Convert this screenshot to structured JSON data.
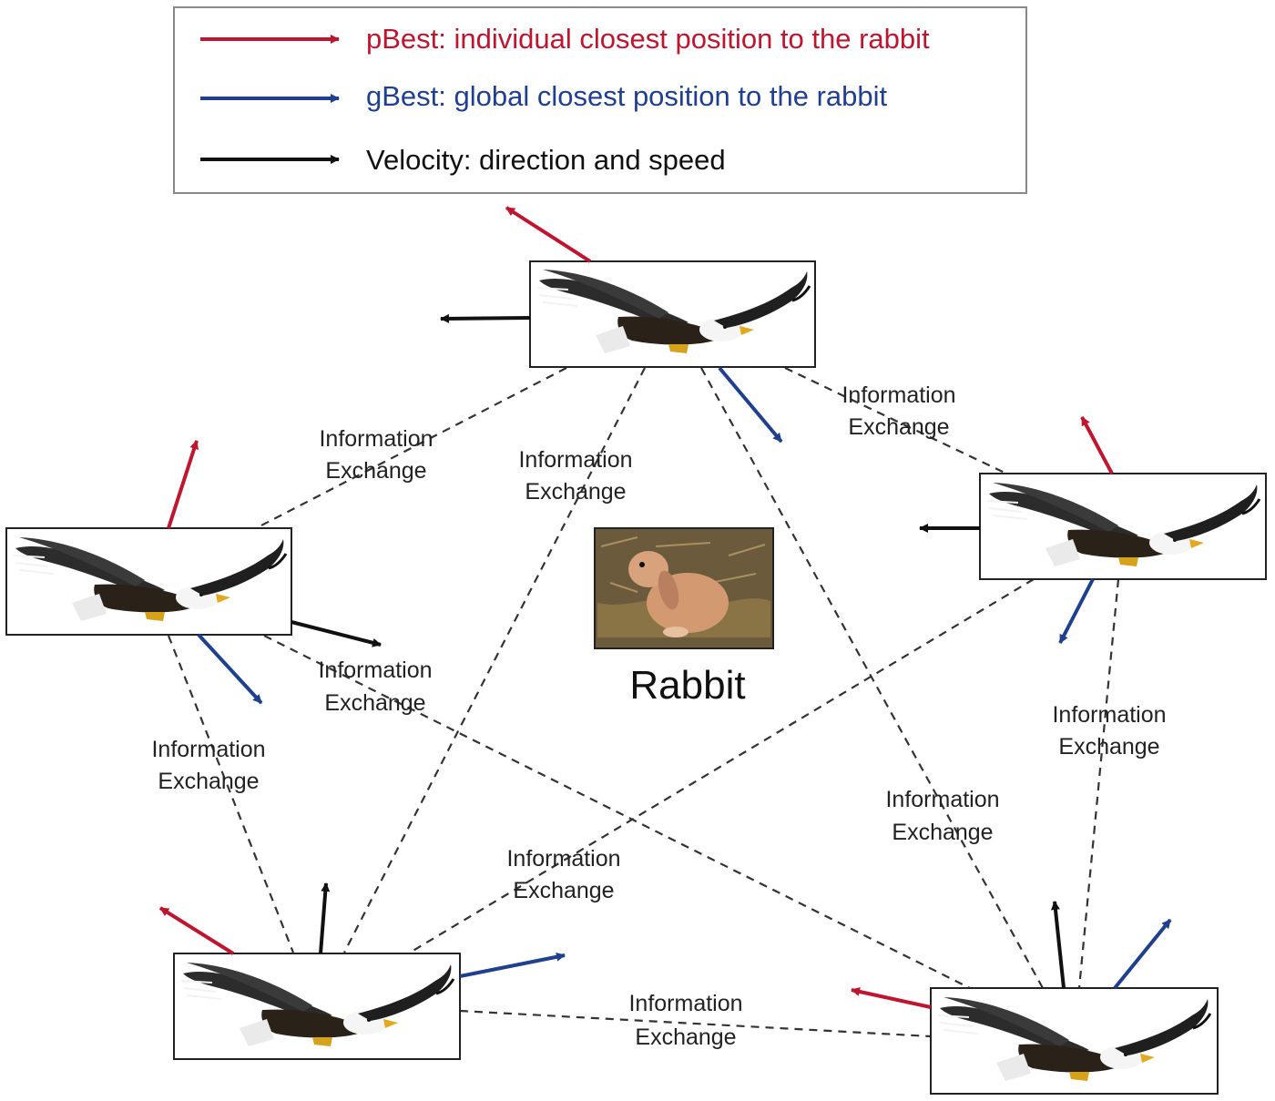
{
  "legend": {
    "pbest": "pBest: individual closest position to the rabbit",
    "gbest": "gBest: global closest position to the rabbit",
    "velocity": "Velocity: direction and speed"
  },
  "target": {
    "label": "Rabbit"
  },
  "edge_label": {
    "line1": "Information",
    "line2": "Exchange"
  },
  "colors": {
    "pbest": "#c0152f",
    "gbest": "#1f3f8f",
    "velocity": "#111111",
    "edge": "#333333"
  },
  "nodes": [
    "eagle-top",
    "eagle-left",
    "eagle-right",
    "eagle-bottom-left",
    "eagle-bottom-right"
  ],
  "edges": [
    [
      "eagle-top",
      "eagle-left"
    ],
    [
      "eagle-top",
      "eagle-bottom-left"
    ],
    [
      "eagle-top",
      "eagle-bottom-right"
    ],
    [
      "eagle-top",
      "eagle-right"
    ],
    [
      "eagle-left",
      "eagle-bottom-left"
    ],
    [
      "eagle-left",
      "eagle-bottom-right"
    ],
    [
      "eagle-right",
      "eagle-bottom-left"
    ],
    [
      "eagle-right",
      "eagle-bottom-right"
    ],
    [
      "eagle-bottom-left",
      "eagle-bottom-right"
    ]
  ]
}
